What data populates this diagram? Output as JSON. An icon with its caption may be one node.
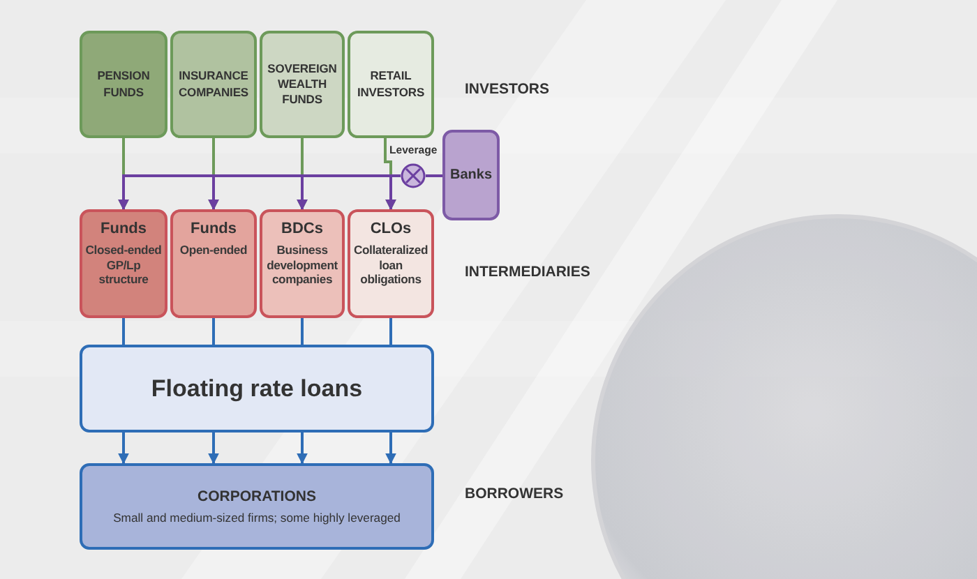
{
  "diagram": {
    "nodes": [
      {
        "text": [
          "PENSION FUNDS"
        ]
      },
      {
        "text": [
          "INSURANCE COMPANIES"
        ]
      },
      {
        "text": [
          "SOVEREIGN WEALTH FUNDS"
        ]
      },
      {
        "text": [
          "RETAIL INVESTORS"
        ]
      },
      {
        "text": [
          "Banks"
        ]
      },
      {
        "text": [],
        "shape": "circle",
        "beside": [
          "Leverage"
        ]
      },
      {
        "text": [
          "Funds",
          "Closed-ended GP/Lp structure"
        ]
      },
      {
        "text": [
          "Funds",
          "Open-ended"
        ]
      },
      {
        "text": [
          "BDCs",
          "Business development companies"
        ]
      },
      {
        "text": [
          "CLOs",
          "Collateralized loan obligations"
        ]
      },
      {
        "text": [
          "Floating rate loans"
        ]
      },
      {
        "text": [
          "CORPORATIONS",
          "Small and medium-sized firms; some highly leveraged"
        ]
      }
    ],
    "edges": [
      {
        "from": 0,
        "to": 6,
        "arrow": "to",
        "color": "#6d9a5a"
      },
      {
        "from": 1,
        "to": 7,
        "arrow": "to",
        "color": "#6d9a5a"
      },
      {
        "from": 2,
        "to": 8,
        "arrow": "to",
        "color": "#6d9a5a"
      },
      {
        "from": 3,
        "to": 9,
        "arrow": "to",
        "color": "#6d9a5a"
      },
      {
        "from": 4,
        "to": 5,
        "arrow": "none",
        "color": "#6b3fa0"
      },
      {
        "from": 5,
        "to": 6,
        "arrow": "to",
        "color": "#6b3fa0"
      },
      {
        "from": 5,
        "to": 7,
        "arrow": "to",
        "color": "#6b3fa0"
      },
      {
        "from": 5,
        "to": 8,
        "arrow": "to",
        "color": "#6b3fa0"
      },
      {
        "from": 5,
        "to": 9,
        "arrow": "to",
        "color": "#6b3fa0"
      },
      {
        "from": 6,
        "to": 10,
        "arrow": "none"
      },
      {
        "from": 7,
        "to": 10,
        "arrow": "none"
      },
      {
        "from": 8,
        "to": 10,
        "arrow": "none"
      },
      {
        "from": 9,
        "to": 10,
        "arrow": "none"
      },
      {
        "from": 10,
        "to": 11,
        "arrow": "to"
      },
      {
        "from": 10,
        "to": 11,
        "arrow": "to"
      },
      {
        "from": 10,
        "to": 11,
        "arrow": "to"
      },
      {
        "from": 10,
        "to": 11,
        "arrow": "to"
      }
    ],
    "labels": [
      "INVESTORS",
      "INTERMEDIARIES",
      "BORROWERS"
    ]
  }
}
